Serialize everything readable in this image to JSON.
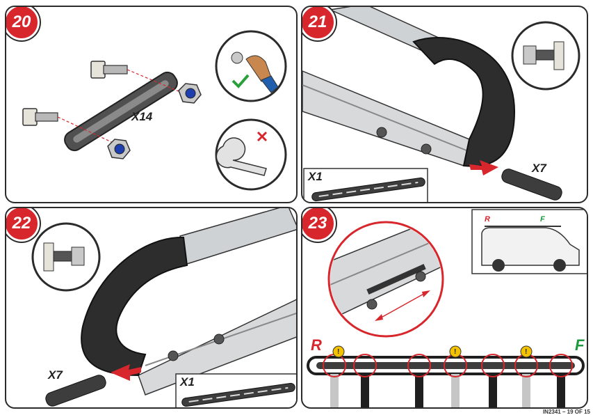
{
  "steps": [
    {
      "number": "20",
      "quantity": "X14"
    },
    {
      "number": "21",
      "quantity": "X7",
      "sub_quantity": "X1"
    },
    {
      "number": "22",
      "quantity": "X7",
      "sub_quantity": "X1"
    },
    {
      "number": "23"
    }
  ],
  "step23": {
    "rear_label": "R",
    "front_label": "F",
    "van_rear_label": "R",
    "van_front_label": "F",
    "warning_symbol": "!"
  },
  "footer": {
    "text": "IN2341 – 19 OF 15"
  },
  "colors": {
    "badge": "#d7262c",
    "rear": "#d7262c",
    "front": "#1a9a3a",
    "warning": "#f2c100",
    "check": "#2aa03a"
  }
}
